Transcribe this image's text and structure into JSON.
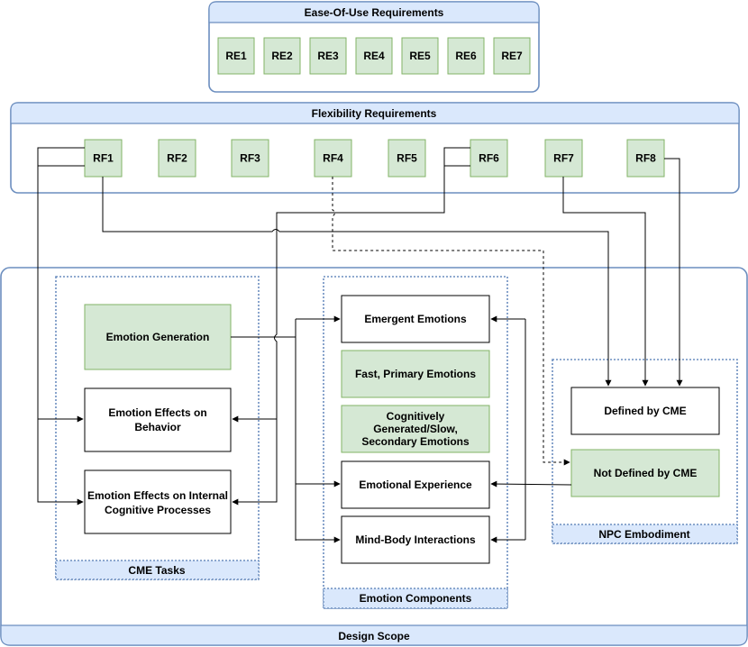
{
  "groups": {
    "ease_of_use": {
      "title": "Ease-Of-Use Requirements",
      "items": [
        "RE1",
        "RE2",
        "RE3",
        "RE4",
        "RE5",
        "RE6",
        "RE7"
      ]
    },
    "flexibility": {
      "title": "Flexibility Requirements",
      "items": [
        "RF1",
        "RF2",
        "RF3",
        "RF4",
        "RF5",
        "RF6",
        "RF7",
        "RF8"
      ]
    },
    "design_scope": {
      "title": "Design Scope"
    },
    "cme_tasks": {
      "title": "CME Tasks",
      "nodes": {
        "emotion_generation": "Emotion Generation",
        "effects_behavior": [
          "Emotion Effects on",
          "Behavior"
        ],
        "effects_cognitive": [
          "Emotion Effects on Internal",
          "Cognitive Processes"
        ]
      }
    },
    "emotion_components": {
      "title": "Emotion Components",
      "nodes": {
        "emergent": "Emergent Emotions",
        "fast_primary": "Fast, Primary Emotions",
        "secondary": [
          "Cognitively",
          "Generated/Slow,",
          "Secondary Emotions"
        ],
        "experience": "Emotional Experience",
        "mind_body": "Mind-Body Interactions"
      }
    },
    "npc_embodiment": {
      "title": "NPC Embodiment",
      "nodes": {
        "defined": "Defined by CME",
        "not_defined": "Not Defined by CME"
      }
    }
  },
  "colors": {
    "container_fill": "#dae8fc",
    "container_stroke": "#6c8ebf",
    "requirement_fill": "#d5e8d4",
    "requirement_stroke": "#82b366"
  }
}
